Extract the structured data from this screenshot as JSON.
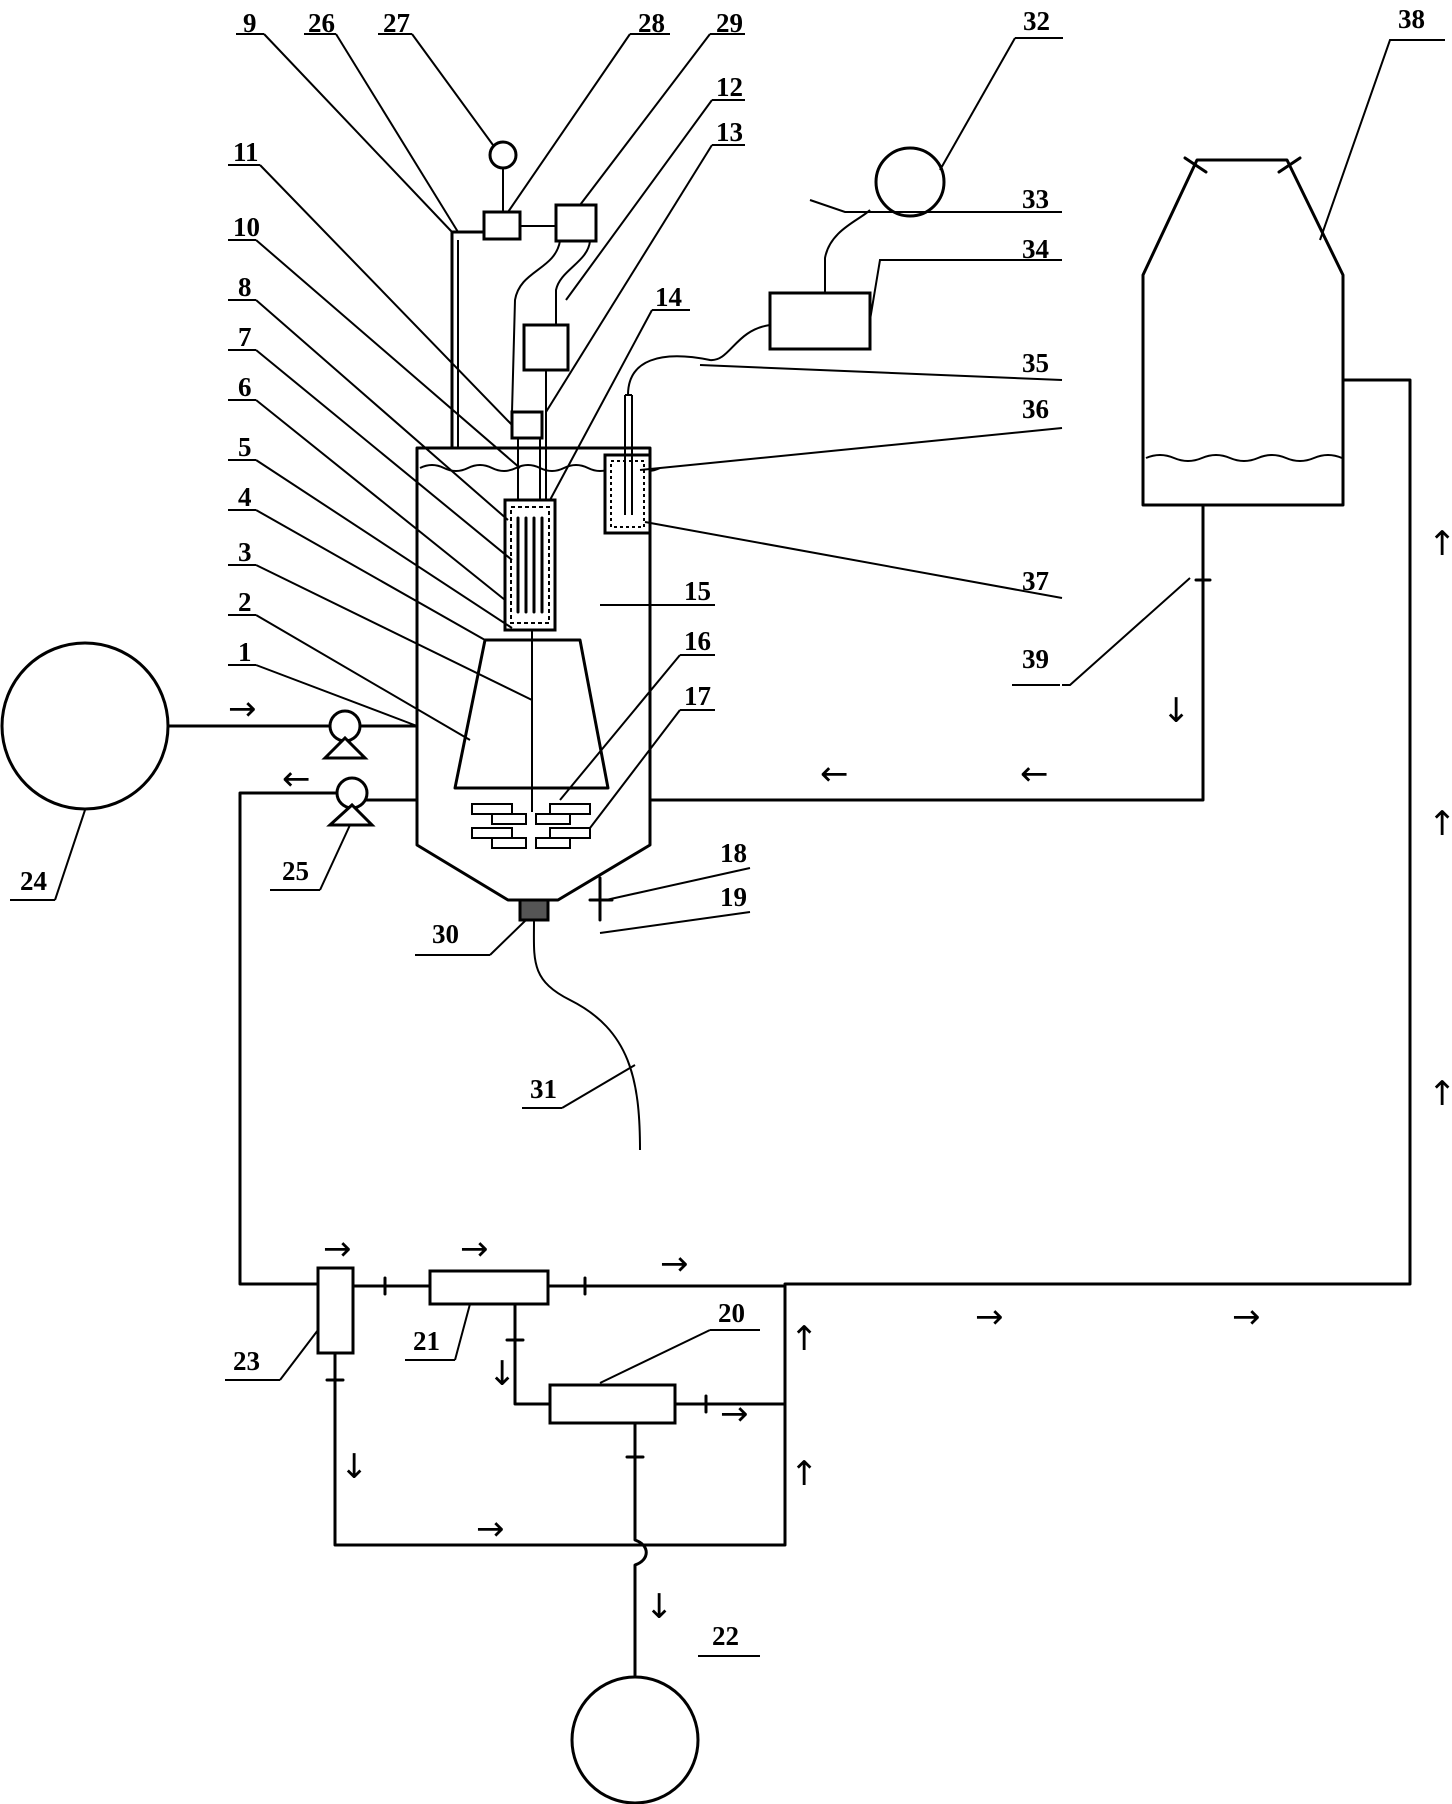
{
  "labels": {
    "l1": "1",
    "l2": "2",
    "l3": "3",
    "l4": "4",
    "l5": "5",
    "l6": "6",
    "l7": "7",
    "l8": "8",
    "l9": "9",
    "l10": "10",
    "l11": "11",
    "l12": "12",
    "l13": "13",
    "l14": "14",
    "l15": "15",
    "l16": "16",
    "l17": "17",
    "l18": "18",
    "l19": "19",
    "l20": "20",
    "l21": "21",
    "l22": "22",
    "l23": "23",
    "l24": "24",
    "l25": "25",
    "l26": "26",
    "l27": "27",
    "l28": "28",
    "l29": "29",
    "l30": "30",
    "l31": "31",
    "l32": "32",
    "l33": "33",
    "l34": "34",
    "l35": "35",
    "l36": "36",
    "l37": "37",
    "l38": "38",
    "l39": "39"
  },
  "arrows": {
    "right": "→",
    "left": "←",
    "up": "↑",
    "down": "↓"
  }
}
